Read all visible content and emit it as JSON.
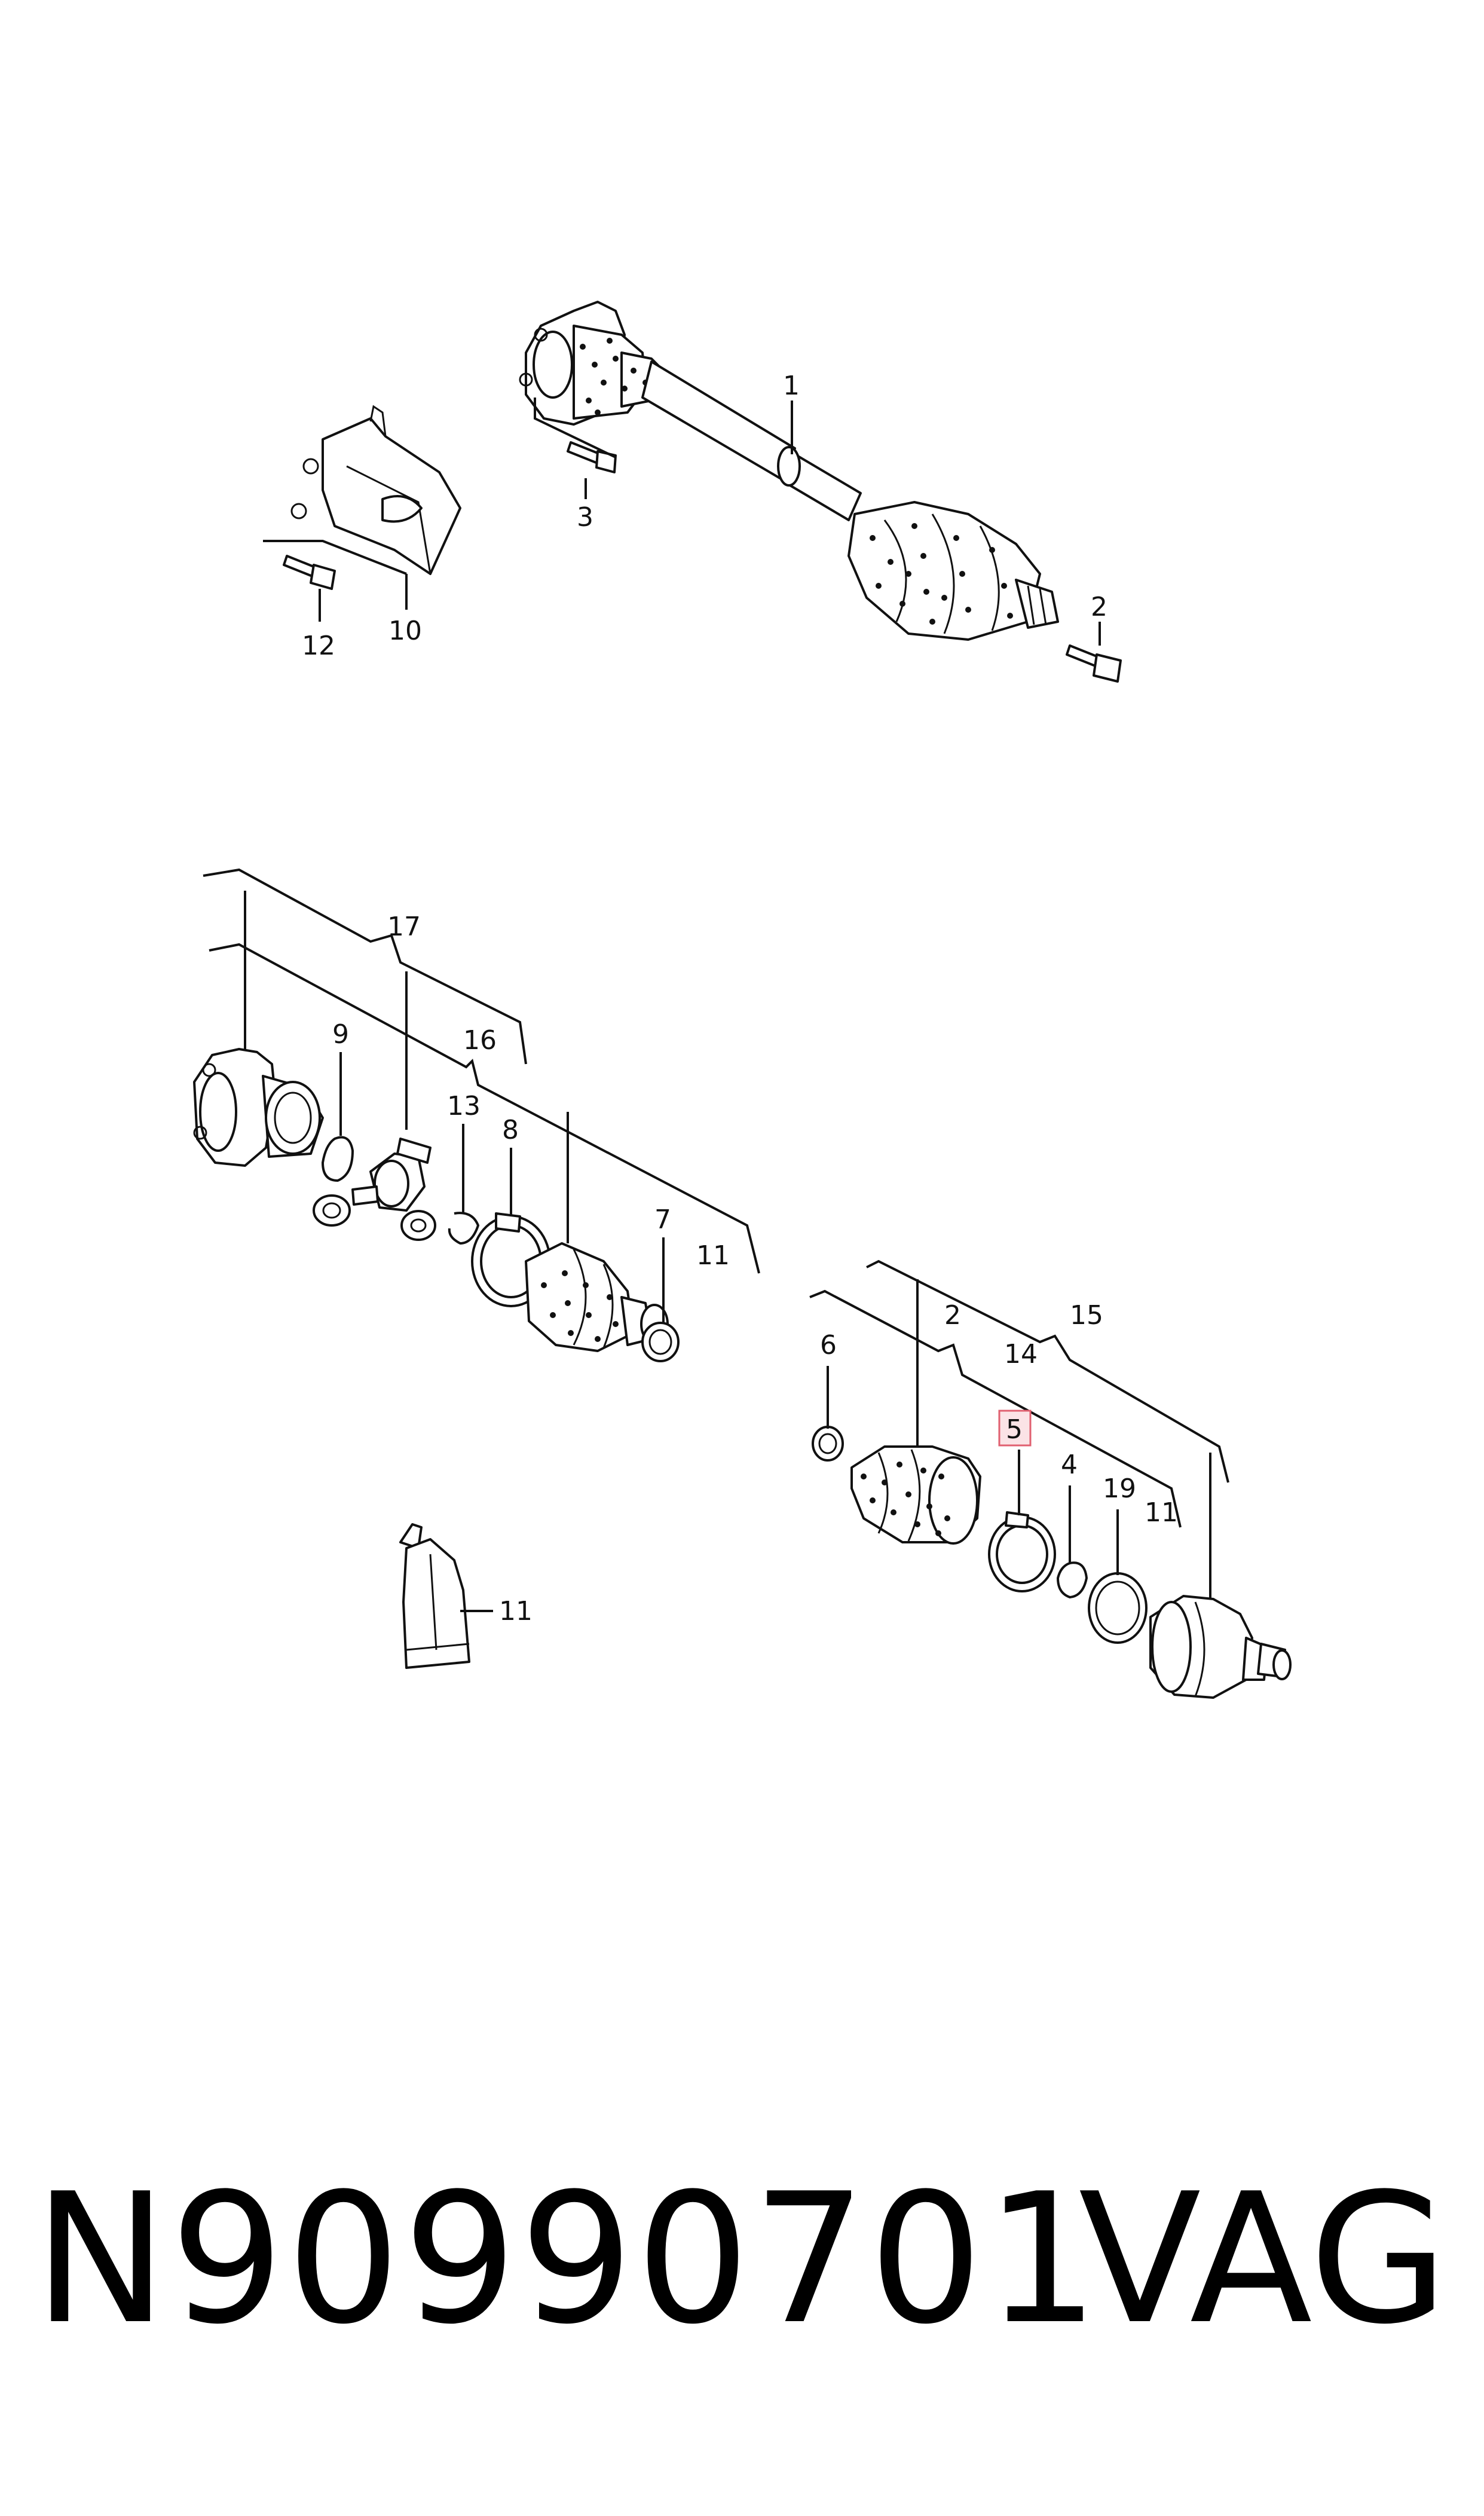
{
  "callouts": {
    "c1": "1",
    "c2_top": "2",
    "c3": "3",
    "c10": "10",
    "c12": "12",
    "c17": "17",
    "c16": "16",
    "c9": "9",
    "c13": "13",
    "c8": "8",
    "c7": "7",
    "c11_a": "11",
    "c6": "6",
    "c2_b": "2",
    "c15": "15",
    "c14": "14",
    "c5": "5",
    "c4": "4",
    "c19": "19",
    "c11_b": "11",
    "c11_c": "11"
  },
  "highlighted_callout": "5",
  "footer": {
    "part_number": "N90990701",
    "brand": "VAG"
  },
  "colors": {
    "line": "#111111",
    "highlight_fill": "#fbe3e6",
    "highlight_stroke": "#e06070"
  }
}
